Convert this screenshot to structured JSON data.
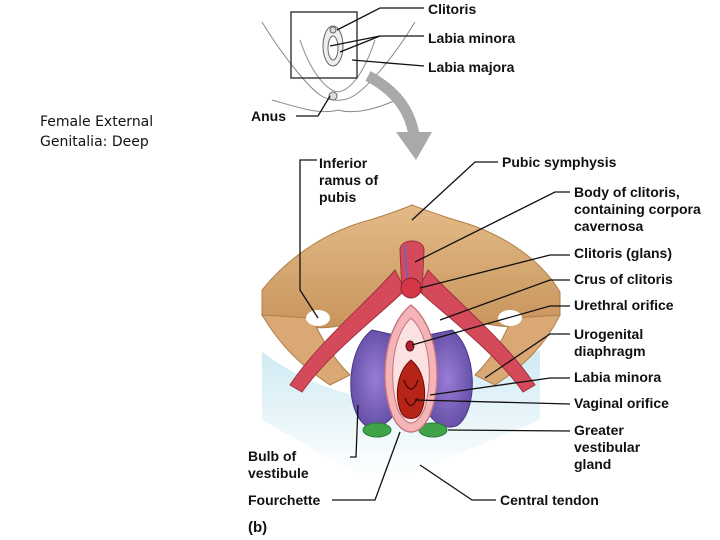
{
  "slide": {
    "title_line1": "Female External",
    "title_line2": "Genitalia: Deep"
  },
  "overview": {
    "labels": {
      "clitoris": "Clitoris",
      "labia_minora": "Labia minora",
      "labia_majora": "Labia majora",
      "anus": "Anus"
    }
  },
  "deep_view": {
    "panel_label": "(b)",
    "labels": {
      "inferior_ramus": [
        "Inferior",
        "ramus of",
        "pubis"
      ],
      "pubic_symphysis": "Pubic symphysis",
      "body_of_clitoris": [
        "Body of clitoris,",
        "containing corpora",
        "cavernosa"
      ],
      "clitoris_glans": "Clitoris (glans)",
      "crus_of_clitoris": "Crus of clitoris",
      "urethral_orifice": "Urethral orifice",
      "urogenital_diaphragm": [
        "Urogenital",
        "diaphragm"
      ],
      "labia_minora": "Labia minora",
      "vaginal_orifice": "Vaginal orifice",
      "greater_vestibular_gland": [
        "Greater",
        "vestibular",
        "gland"
      ],
      "bulb_of_vestibule": [
        "Bulb of",
        "vestibule"
      ],
      "fourchette": "Fourchette",
      "central_tendon": "Central tendon"
    }
  },
  "colors": {
    "bone": "#d8ad78",
    "bone_shade": "#c89a63",
    "muscle": "#d44a5a",
    "bulb": "#7a5fb5",
    "diaphragm": "#bfe3ef",
    "gland": "#3fa34a",
    "arrow": "#a9a9a9"
  }
}
